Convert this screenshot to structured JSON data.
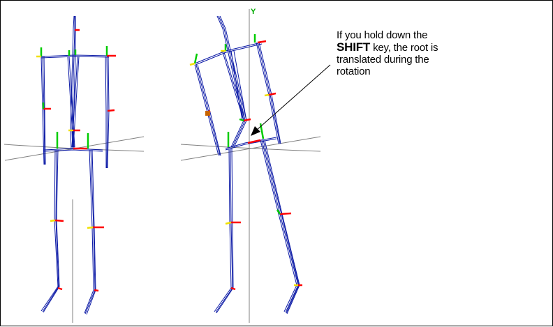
{
  "viewport": {
    "axis_label": "Y"
  },
  "callout": {
    "text_before": "If you hold down the ",
    "key": "SHIFT",
    "text_after": " key, the root is translated during the rotation"
  },
  "colors": {
    "bone": "#0c1aa6",
    "axis_x": "#ff0000",
    "axis_y": "#00cc00",
    "axis_z": "#f0e000",
    "grid": "#808080",
    "text": "#000000",
    "background": "#ffffff",
    "border": "#000000"
  }
}
